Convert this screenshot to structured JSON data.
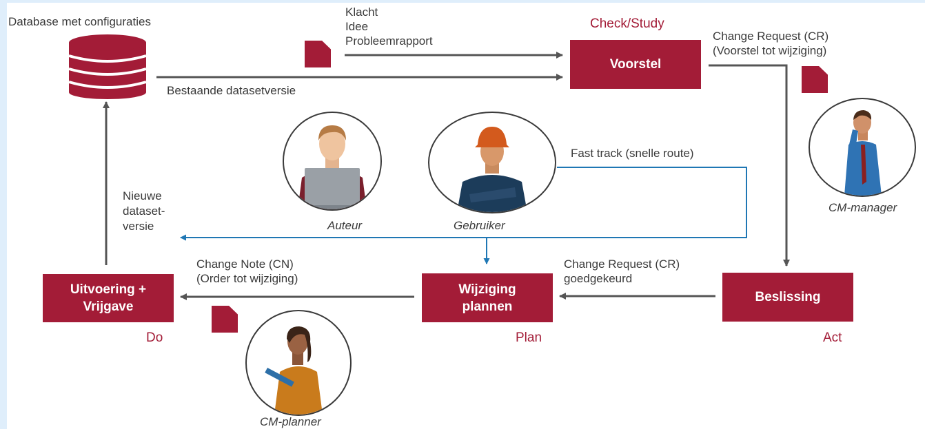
{
  "labels": {
    "database": "Database met configuraties",
    "klacht": "Klacht",
    "idee": "Idee",
    "probleem": "Probleemrapport",
    "check_study": "Check/Study",
    "cr_line1": "Change Request (CR)",
    "cr_line2": "(Voorstel tot wijziging)",
    "bestaande": "Bestaande datasetversie",
    "fast_track": "Fast track (snelle route)",
    "nieuwe1": "Nieuwe",
    "nieuwe2": "dataset-",
    "nieuwe3": "versie",
    "auteur": "Auteur",
    "gebruiker": "Gebruiker",
    "cm_manager": "CM-manager",
    "cn_line1": "Change Note (CN)",
    "cn_line2": "(Order tot wijziging)",
    "cr_approved1": "Change Request (CR)",
    "cr_approved2": "goedgekeurd",
    "do": "Do",
    "plan": "Plan",
    "act": "Act",
    "cm_planner": "CM-planner"
  },
  "boxes": {
    "voorstel": "Voorstel",
    "uitvoering1": "Uitvoering +",
    "uitvoering2": "Vrijgave",
    "wijziging1": "Wijziging",
    "wijziging2": "plannen",
    "beslissing": "Beslissing"
  },
  "colors": {
    "accent": "#a31c37",
    "fast_track_line": "#1f77b4",
    "arrow_gray": "#555555",
    "text": "#3a3a3a",
    "frame": "#dfeefb"
  },
  "icons": [
    "database-icon",
    "document-icon",
    "author-avatar",
    "user-avatar",
    "cm-manager-avatar",
    "cm-planner-avatar"
  ]
}
